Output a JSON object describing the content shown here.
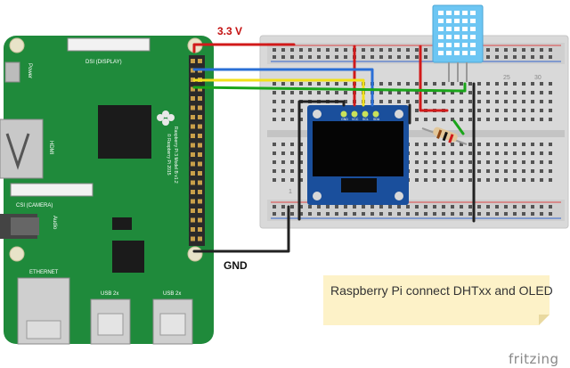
{
  "labels": {
    "voltage": "3.3 V",
    "ground": "GND",
    "note": "Raspberry Pi connect DHTxx and OLED",
    "brand": "fritzing"
  },
  "pi": {
    "power": "Power",
    "dsi": "DSI (DISPLAY)",
    "hdmi": "HDMI",
    "csi": "CSI (CAMERA)",
    "audio": "Audio",
    "ethernet": "ETHERNET",
    "usb_left": "USB 2x",
    "usb_right": "USB 2x",
    "model_line1": "Raspberry Pi 3 Model B v1.2",
    "model_line2": "© Raspberry Pi 2015"
  },
  "oled": {
    "pins": [
      "GND",
      "VCC",
      "SCL",
      "SDA"
    ]
  },
  "breadboard": {
    "numbers": [
      "25",
      "30",
      "1"
    ]
  },
  "colors": {
    "pi_board": "#1f8a3b",
    "wire_vcc": "#d11a1a",
    "wire_gnd": "#222222",
    "wire_scl": "#f1e11a",
    "wire_sda": "#1aa51a",
    "wire_data": "#2a6fd6",
    "note_bg": "#fdf2c8",
    "dht_body": "#6dc6f3"
  }
}
